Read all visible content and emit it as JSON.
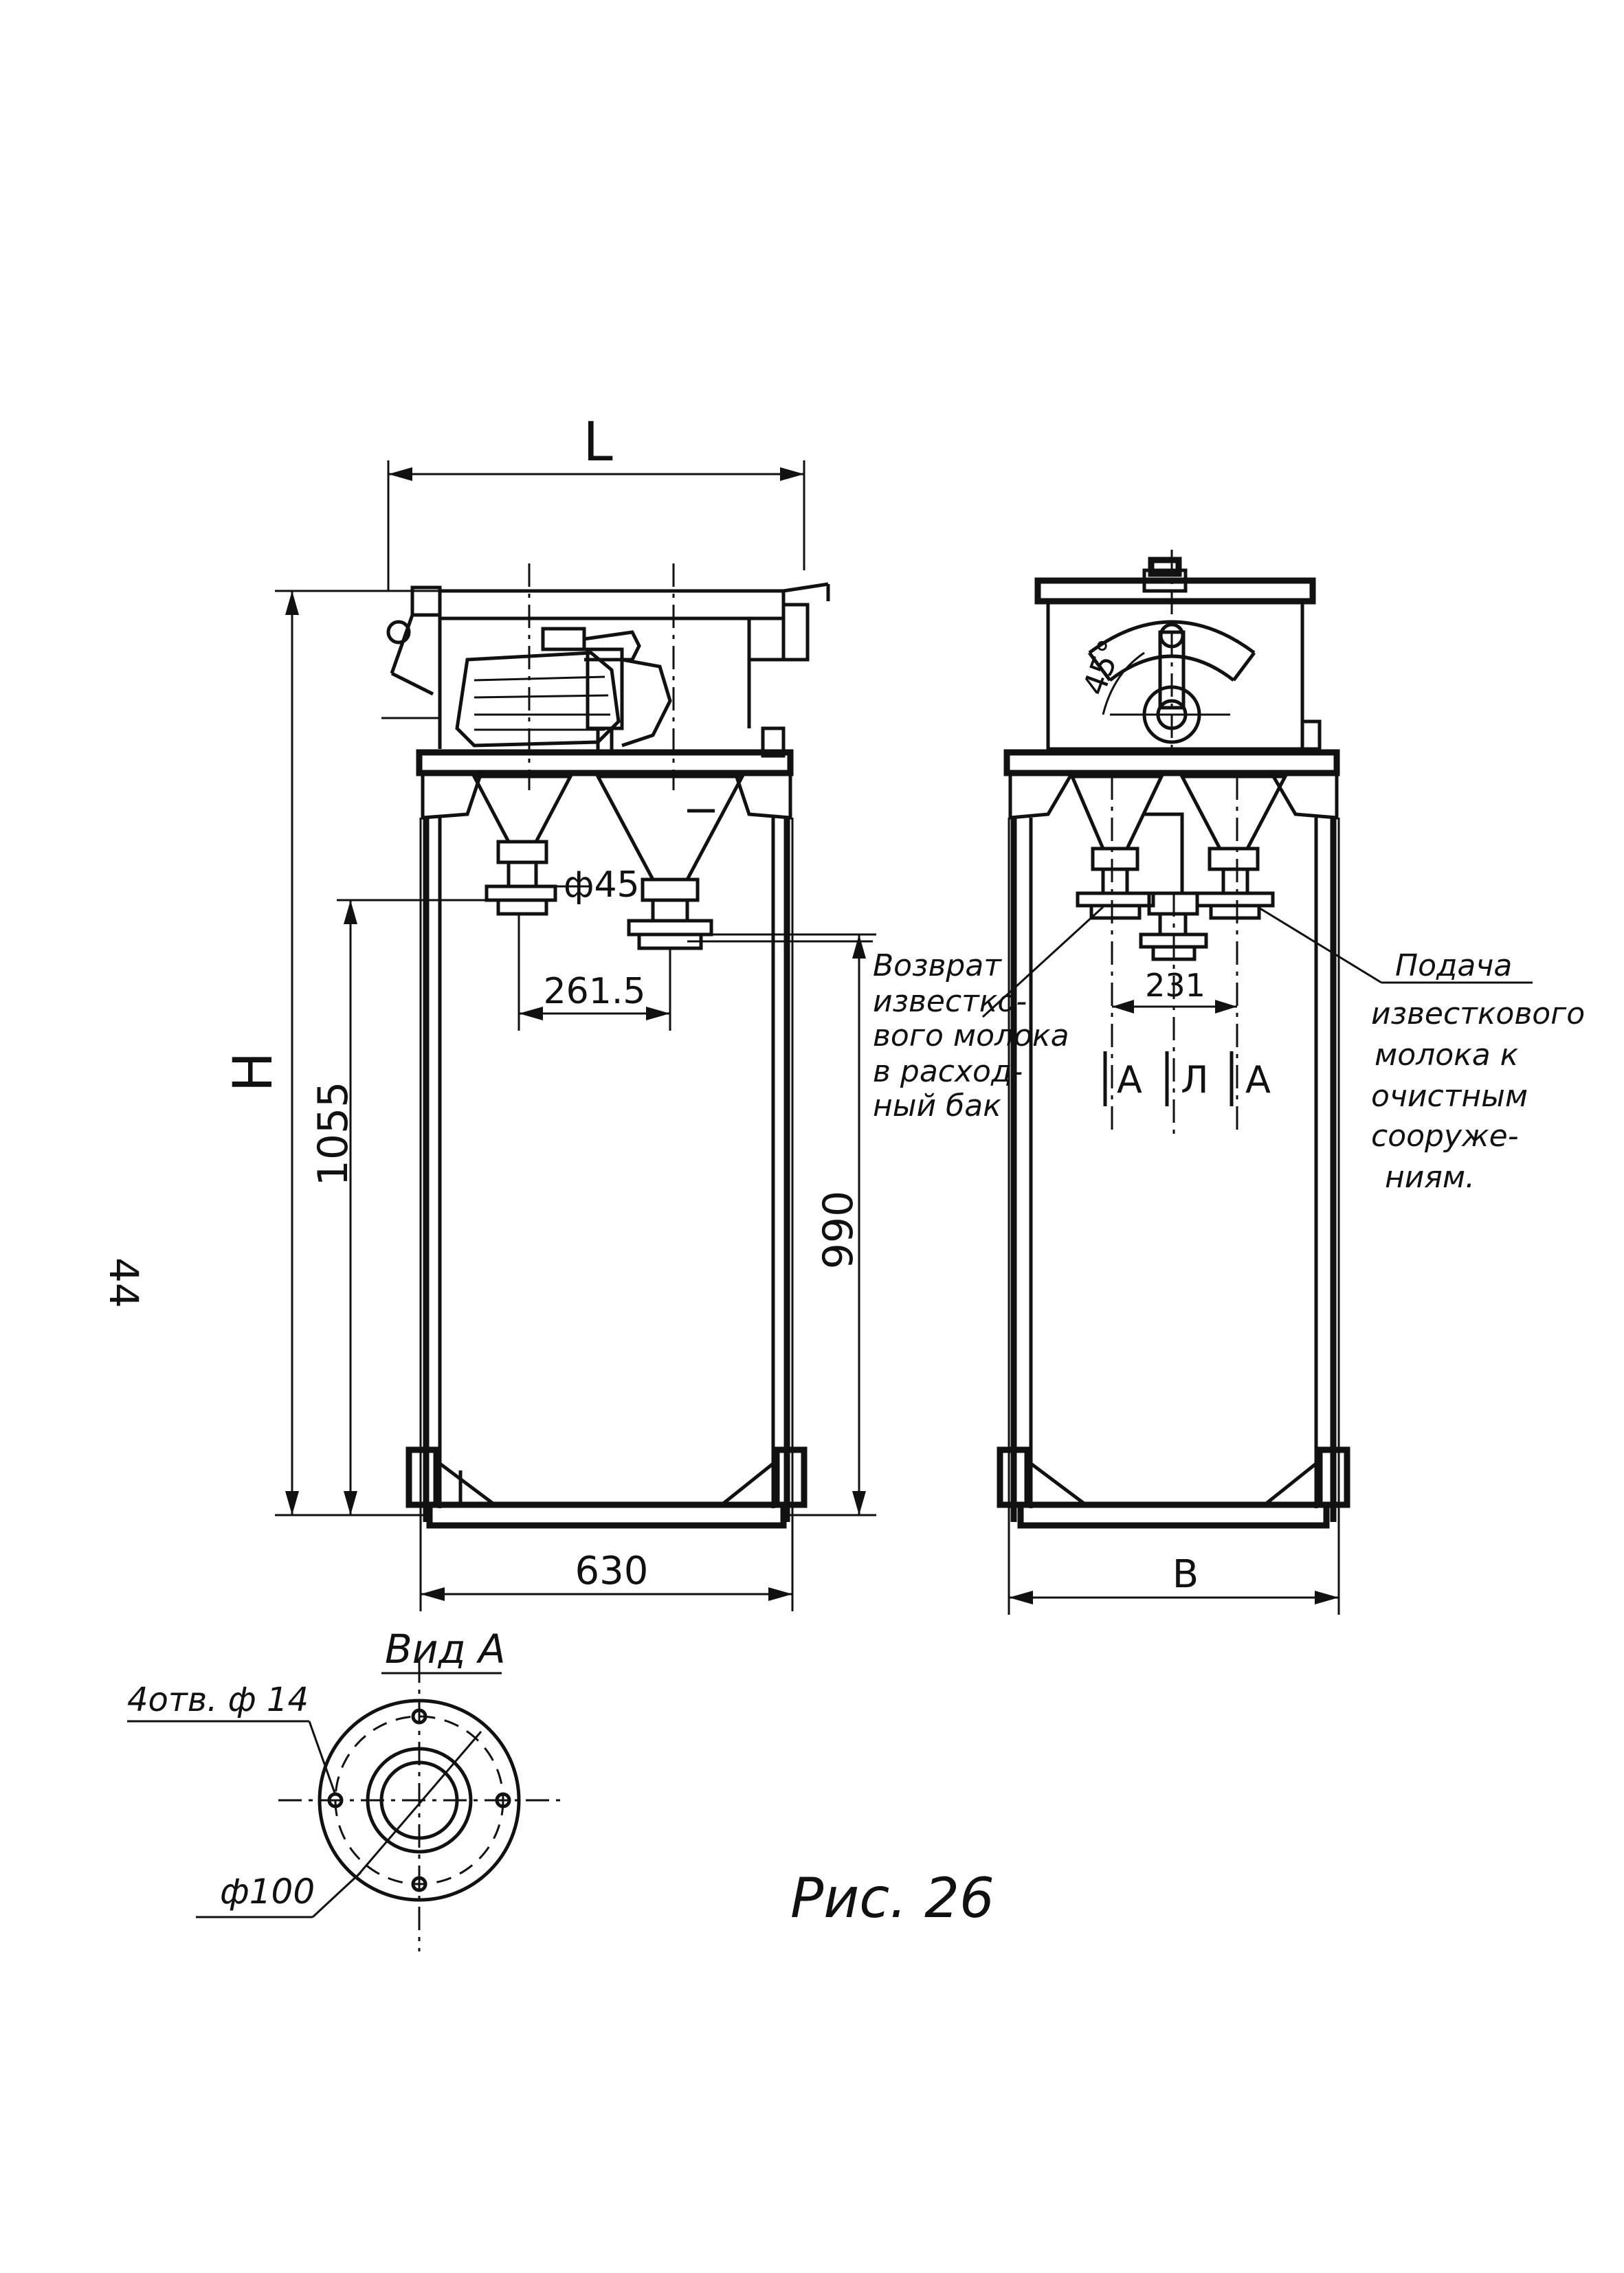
{
  "page": {
    "page_number": "44",
    "caption": "Рис. 26"
  },
  "front_view": {
    "dim_overall_length": "L",
    "dim_overall_height": "H",
    "dim_width": "630",
    "dim_height_outlet_1": "1055",
    "dim_height_outlet_2": "990",
    "dim_outlet_spacing": "261.5",
    "dim_outlet_diameter": "ф45",
    "note_return_lines": [
      "Возврат",
      "известко-",
      "вого молока",
      "в расход-",
      "ный бак"
    ]
  },
  "side_view": {
    "dim_width": "B",
    "dim_outlet_spacing": "231",
    "angle_label": "45°",
    "section_marks": [
      "А",
      "Л",
      "А"
    ],
    "note_supply_lines": [
      "Подача",
      "известкового",
      "молока к",
      "очистным",
      "сооруже-",
      "ниям."
    ]
  },
  "view_a": {
    "title": "Вид А",
    "holes_label": "4отв. ф 14",
    "diameter_label": "ф100"
  }
}
